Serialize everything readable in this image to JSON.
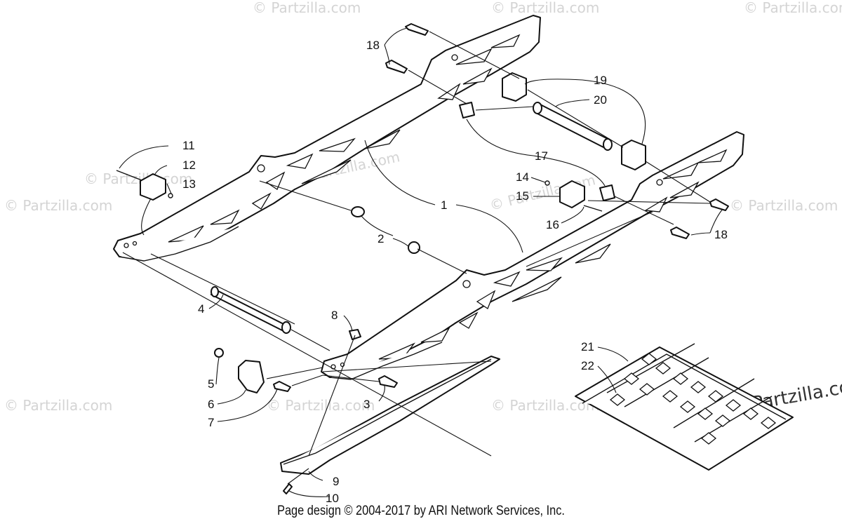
{
  "watermarks": [
    "© Partzilla.com",
    "© Partzilla.com",
    "© Partzilla.com",
    "© Partzilla.com",
    "© Partzilla.com",
    "© Partzilla.com",
    "© Partzilla.com",
    "© Partzilla.com"
  ],
  "callouts": [
    "1",
    "2",
    "3",
    "4",
    "5",
    "6",
    "7",
    "8",
    "9",
    "10",
    "11",
    "12",
    "13",
    "14",
    "15",
    "16",
    "17",
    "18",
    "18",
    "19",
    "20",
    "21",
    "22"
  ],
  "footer": "Page design © 2004-2017 by ARI Network Services, Inc."
}
